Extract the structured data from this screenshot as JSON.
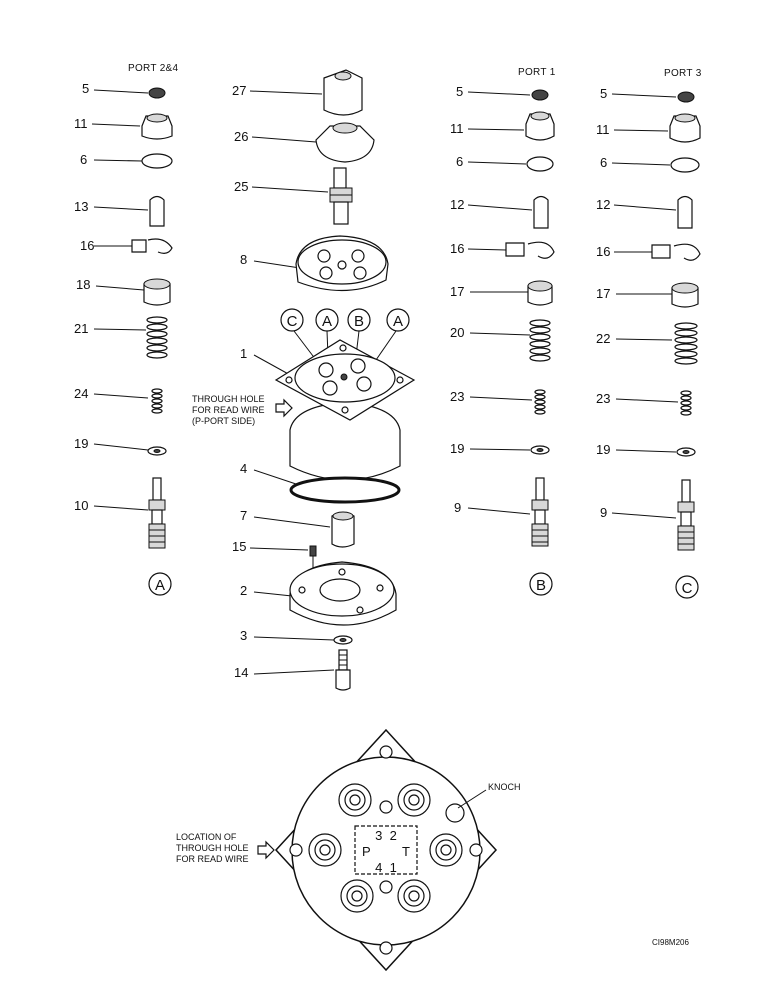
{
  "ports": {
    "port_2_4": "PORT 2&4",
    "port_1": "PORT 1",
    "port_3": "PORT 3"
  },
  "left_column": [
    "5",
    "11",
    "6",
    "13",
    "16",
    "18",
    "21",
    "24",
    "19",
    "10"
  ],
  "center_column": [
    "27",
    "26",
    "25",
    "8",
    "1",
    "4",
    "7",
    "15",
    "2",
    "3",
    "14"
  ],
  "port1_column": [
    "5",
    "11",
    "6",
    "12",
    "16",
    "17",
    "20",
    "23",
    "19",
    "9"
  ],
  "port3_column": [
    "5",
    "11",
    "6",
    "12",
    "16",
    "17",
    "22",
    "23",
    "19",
    "9"
  ],
  "circle_labels": {
    "top": [
      "C",
      "A",
      "B",
      "A"
    ],
    "bottom_left": "A",
    "bottom_mid": "B",
    "bottom_right": "C"
  },
  "notes": {
    "through_hole_lines": [
      "THROUGH HOLE",
      "FOR READ WIRE",
      "(P-PORT SIDE)"
    ],
    "location_lines": [
      "LOCATION OF",
      "THROUGH HOLE",
      "FOR READ WIRE"
    ],
    "knoch": "KNOCH"
  },
  "port_face": {
    "top": "3  2",
    "left": "P",
    "right": "T",
    "bottom": "4  1"
  },
  "figure_code": "CI98M206"
}
